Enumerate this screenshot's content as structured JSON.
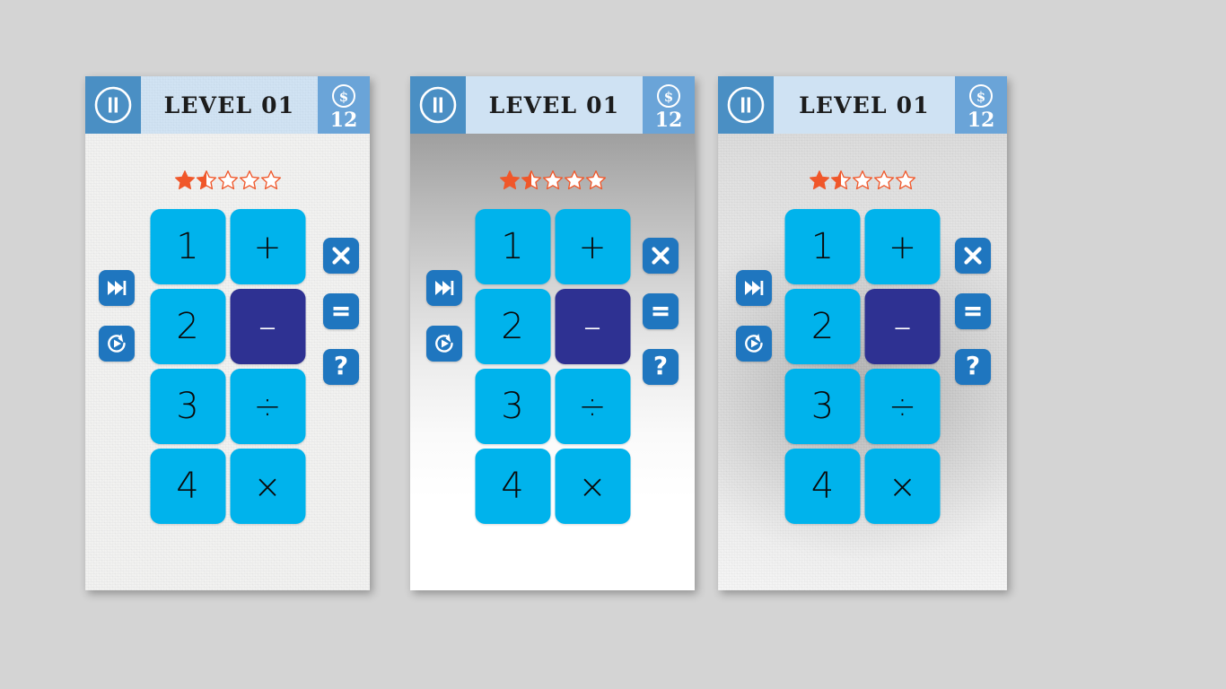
{
  "background_color": "#d4d4d4",
  "palette": {
    "header_pause_bg": "#4a8fc4",
    "header_title_bg": "#cfe2f3",
    "header_coins_bg": "#6aa4d8",
    "key_bg": "#00b3ec",
    "key_minus_bg": "#2e3192",
    "rail_button_bg": "#1f76bf",
    "star_color": "#f0572a",
    "title_text": "#1c1c1c"
  },
  "panels": [
    {
      "id": "panel-1",
      "background_style": "paper"
    },
    {
      "id": "panel-2",
      "background_style": "gradient"
    },
    {
      "id": "panel-3",
      "background_style": "metal"
    }
  ],
  "header": {
    "pause_icon": "pause-icon",
    "title": "LEVEL 01",
    "coin_icon": "dollar-coin-icon",
    "coin_amount": "12"
  },
  "rating": {
    "max": 5,
    "value": 1.5,
    "label": "1.5 of 5 stars"
  },
  "keypad": {
    "keys": [
      {
        "name": "key-1",
        "label": "1",
        "style": "number"
      },
      {
        "name": "key-plus",
        "label": "+",
        "style": "operator"
      },
      {
        "name": "key-2",
        "label": "2",
        "style": "number"
      },
      {
        "name": "key-minus",
        "label": "–",
        "style": "operator-selected"
      },
      {
        "name": "key-3",
        "label": "3",
        "style": "number"
      },
      {
        "name": "key-divide",
        "label": "÷",
        "style": "operator"
      },
      {
        "name": "key-4",
        "label": "4",
        "style": "number"
      },
      {
        "name": "key-multiply",
        "label": "×",
        "style": "operator"
      }
    ]
  },
  "rail_left": [
    {
      "name": "skip-forward-icon",
      "icon": "skip-forward-icon",
      "label": ""
    },
    {
      "name": "replay-icon",
      "icon": "replay-icon",
      "label": ""
    }
  ],
  "rail_right": [
    {
      "name": "close-icon",
      "icon": "close-icon",
      "label": ""
    },
    {
      "name": "equals-icon",
      "icon": "equals-icon",
      "label": ""
    },
    {
      "name": "help-icon",
      "icon": "question-mark-icon",
      "label": "?"
    }
  ]
}
